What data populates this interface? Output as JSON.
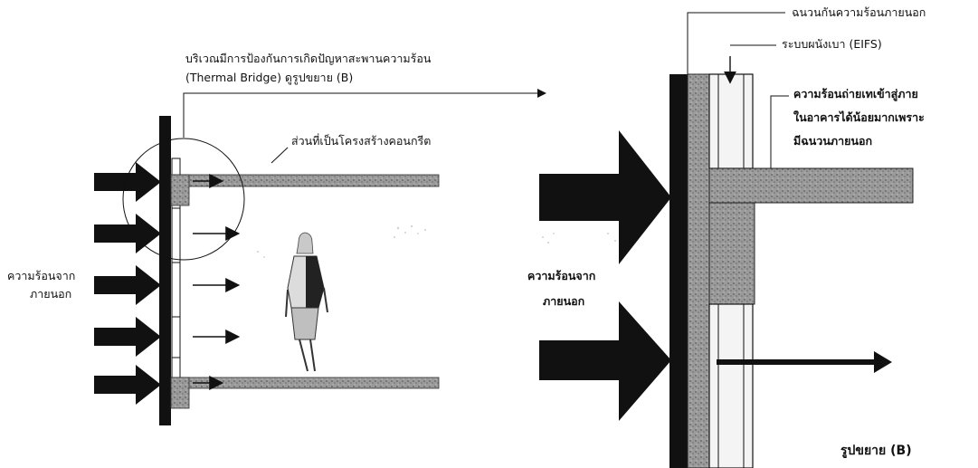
{
  "left_panel": {
    "callout_line1": "บริเวณมีการป้องกันการเกิดปัญหาสะพานความร้อน",
    "callout_line2": "(Thermal Bridge) ดูรูปขยาย (B)",
    "concrete_label": "ส่วนที่เป็นโครงสร้างคอนกรีต",
    "heat_label_line1": "ความร้อนจาก",
    "heat_label_line2": "ภายนอก"
  },
  "right_panel": {
    "insulation_label": "ฉนวนกันความร้อนภายนอก",
    "eifs_label": "ระบบผนังเบา (EIFS)",
    "heat_transfer_line1": "ความร้อนถ่ายเทเข้าสู่ภาย",
    "heat_transfer_line2": "ในอาคารได้น้อยมากเพราะ",
    "heat_transfer_line3": "มีฉนวนภายนอก",
    "heat_label_line1": "ความร้อนจาก",
    "heat_label_line2": "ภายนอก",
    "caption": "รูปขยาย (B)"
  },
  "colors": {
    "ink": "#111111",
    "concrete": "#8a8a8a",
    "insulation": "#1a1a1a",
    "panel": "#f4f4f4"
  }
}
